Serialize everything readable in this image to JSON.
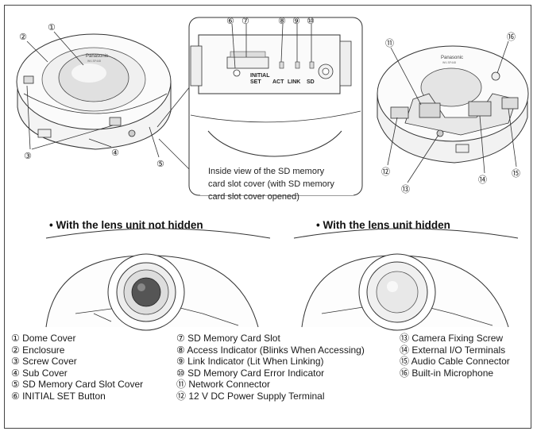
{
  "callouts": [
    "①",
    "②",
    "③",
    "④",
    "⑤",
    "⑥",
    "⑦",
    "⑧",
    "⑨",
    "⑩",
    "⑪",
    "⑫",
    "⑬",
    "⑭",
    "⑮",
    "⑯"
  ],
  "panel_text": {
    "initial": "INITIAL",
    "set": "SET",
    "act": "ACT",
    "link": "LINK",
    "sd": "SD"
  },
  "brand": "Panasonic",
  "model": "WV-SF448",
  "caption_lines": [
    "Inside view of the SD memory",
    "card slot cover (with SD memory",
    "card slot cover opened)"
  ],
  "headings": {
    "not_hidden": "• With the lens unit not hidden",
    "hidden": "• With the lens unit hidden"
  },
  "legend": {
    "col1": [
      "① Dome Cover",
      "② Enclosure",
      "③ Screw Cover",
      "④ Sub Cover",
      "⑤ SD Memory Card Slot Cover",
      "⑥ INITIAL SET Button"
    ],
    "col2": [
      "⑦ SD Memory Card Slot",
      "⑧ Access Indicator (Blinks When Accessing)",
      "⑨ Link Indicator (Lit When Linking)",
      "⑩ SD Memory Card Error Indicator",
      "⑪ Network Connector",
      "⑫ 12 V DC Power Supply Terminal"
    ],
    "col3": [
      "⑬ Camera Fixing Screw",
      "⑭ External I/O Terminals",
      "⑮ Audio Cable Connector",
      "⑯ Built-in Microphone"
    ]
  }
}
